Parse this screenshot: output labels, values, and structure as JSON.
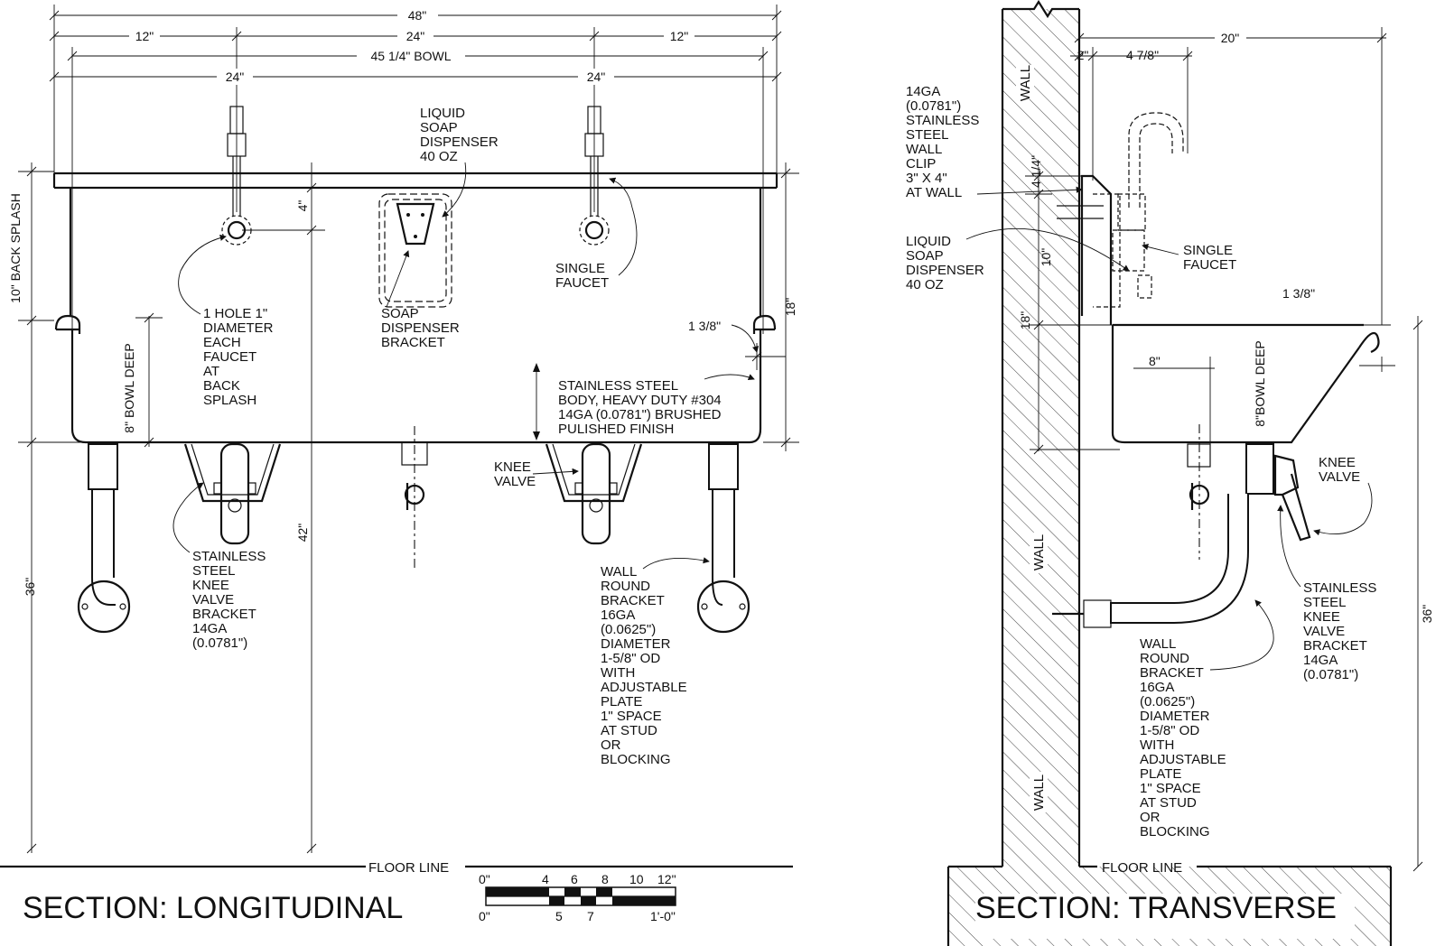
{
  "titles": {
    "longitudinal": "SECTION: LONGITUDINAL",
    "transverse": "SECTION: TRANSVERSE"
  },
  "dimensions": {
    "overall_48": "48\"",
    "left_12": "12\"",
    "center_24": "24\"",
    "right_12": "12\"",
    "bowl_45": "45 1/4\" BOWL",
    "faucet_left_24": "24\"",
    "faucet_right_24": "24\"",
    "back_splash_10": "10\" BACK SPLASH",
    "four_in": "4\"",
    "eighteen_in": "18\"",
    "rim_1_3_8": "1 3/8\"",
    "bowl_deep_8": "8\" BOWL DEEP",
    "height_42": "42\"",
    "height_36": "36\"",
    "t_20": "20\"",
    "t_2": "2\"",
    "t_4_7_8": "4 7/8\"",
    "t_4_1_4": "4 1/4\"",
    "t_10": "10\"",
    "t_18": "18\"",
    "t_1_3_8": "1 3/8\"",
    "t_8": "8\"",
    "t_bowl_deep": "8\"BOWL DEEP",
    "t_36": "36\""
  },
  "labels": {
    "liquid_soap": [
      "LIQUID",
      "SOAP",
      "DISPENSER",
      "40 OZ"
    ],
    "single_faucet": [
      "SINGLE",
      "FAUCET"
    ],
    "one_hole": [
      "1 HOLE 1\"",
      "DIAMETER",
      "EACH",
      "FAUCET",
      "AT",
      "BACK",
      "SPLASH"
    ],
    "soap_bracket": [
      "SOAP",
      "DISPENSER",
      "BRACKET"
    ],
    "body": [
      "STAINLESS STEEL",
      "BODY, HEAVY DUTY #304",
      "14GA (0.0781\") BRUSHED",
      "PULISHED FINISH"
    ],
    "knee_valve": [
      "KNEE",
      "VALVE"
    ],
    "knee_bracket": [
      "STAINLESS",
      "STEEL",
      "KNEE",
      "VALVE",
      "BRACKET",
      "14GA",
      "(0.0781\")"
    ],
    "wall_bracket": [
      "WALL",
      "ROUND",
      "BRACKET",
      "16GA",
      "(0.0625\")",
      "DIAMETER",
      "1-5/8\" OD",
      "WITH",
      "ADJUSTABLE",
      "PLATE",
      "1\" SPACE",
      "AT STUD",
      "OR",
      "BLOCKING"
    ],
    "floor_line": "FLOOR LINE",
    "wall": "WALL",
    "wall_clip": [
      "14GA",
      "(0.0781\")",
      "STAINLESS",
      "STEEL",
      "WALL",
      "CLIP",
      "3\" X 4\"",
      "AT WALL"
    ],
    "t_soap": [
      "LIQUID",
      "SOAP",
      "DISPENSER",
      "40 OZ"
    ],
    "t_faucet": [
      "SINGLE",
      "FAUCET"
    ],
    "t_knee": [
      "KNEE",
      "VALVE"
    ],
    "t_knee_bracket": [
      "STAINLESS",
      "STEEL",
      "KNEE",
      "VALVE",
      "BRACKET",
      "14GA",
      "(0.0781\")"
    ],
    "t_wall_bracket": [
      "WALL",
      "ROUND",
      "BRACKET",
      "16GA",
      "(0.0625\")",
      "DIAMETER",
      "1-5/8\" OD",
      "WITH",
      "ADJUSTABLE",
      "PLATE",
      "1\" SPACE",
      "AT STUD",
      "OR",
      "BLOCKING"
    ]
  },
  "scale_bar": {
    "top": [
      "0\"",
      "4",
      "6",
      "8",
      "10",
      "12\""
    ],
    "bottom": [
      "0\"",
      "5",
      "7",
      "1'-0\""
    ]
  }
}
